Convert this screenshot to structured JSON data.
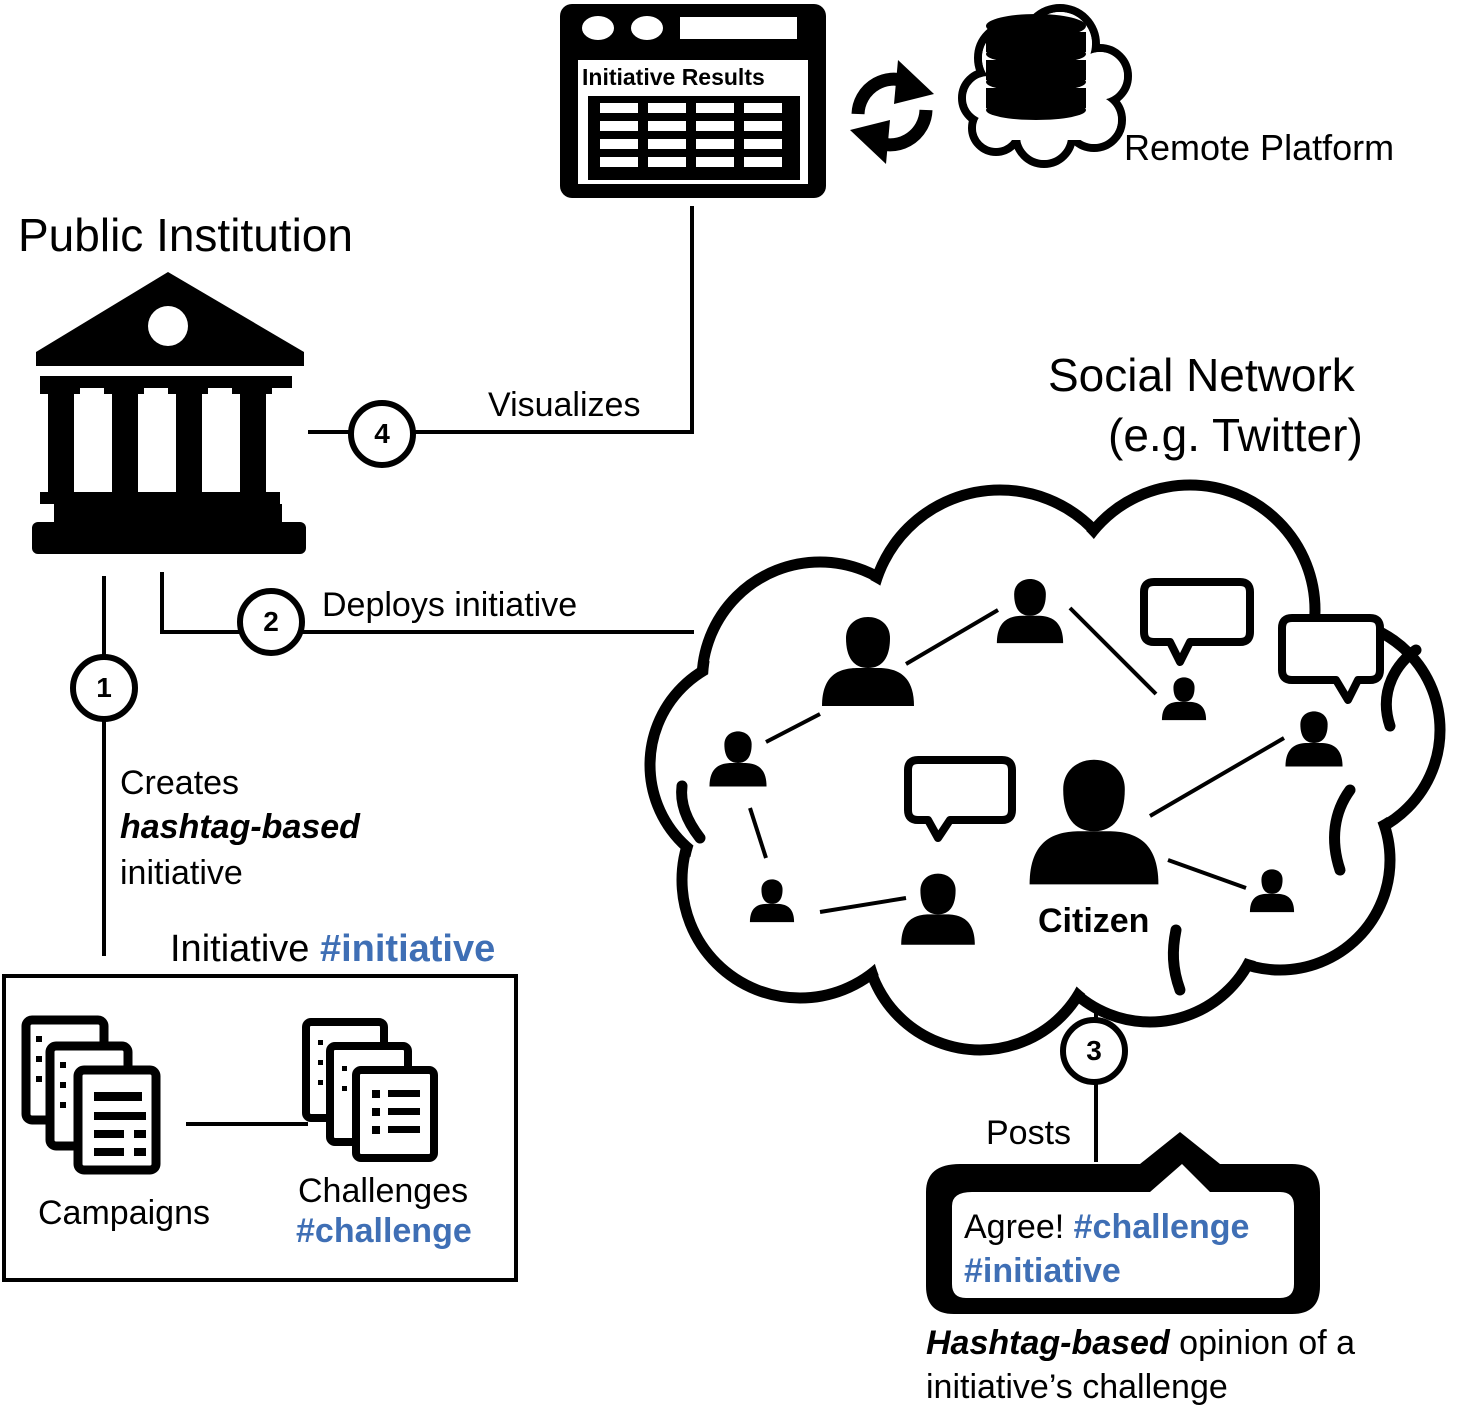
{
  "labels": {
    "public_institution": "Public Institution",
    "remote_platform": "Remote Platform",
    "social_network_line1": "Social Network",
    "social_network_line2": "(e.g. Twitter)",
    "initiative_results": "Initiative Results",
    "visualizes": "Visualizes",
    "deploys_initiative": "Deploys initiative",
    "creates": "Creates",
    "hashtag_based": "hashtag-based",
    "initiative_word": "initiative",
    "initiative_title": "Initiative",
    "initiative_hashtag": "#initiative",
    "campaigns": "Campaigns",
    "challenges": "Challenges",
    "challenge_hashtag": "#challenge",
    "citizen": "Citizen",
    "posts": "Posts",
    "post_agree": "Agree!",
    "post_challenge": "#challenge",
    "post_initiative": "#initiative",
    "caption_bold": "Hashtag-based",
    "caption_rest": " opinion of a",
    "caption_line2": "initiative’s challenge"
  },
  "steps": {
    "step1": "1",
    "step2": "2",
    "step3": "3",
    "step4": "4"
  },
  "colors": {
    "hashtag_blue": "#3f6fb5",
    "ink": "#000000"
  },
  "icons": {
    "institution": "government-building-icon",
    "results_window": "browser-table-icon",
    "sync": "sync-arrows-icon",
    "remote_db": "database-cloud-icon",
    "people": "person-icon",
    "speech": "speech-bubble-icon",
    "campaigns": "document-stack-icon",
    "challenges": "list-stack-icon"
  }
}
